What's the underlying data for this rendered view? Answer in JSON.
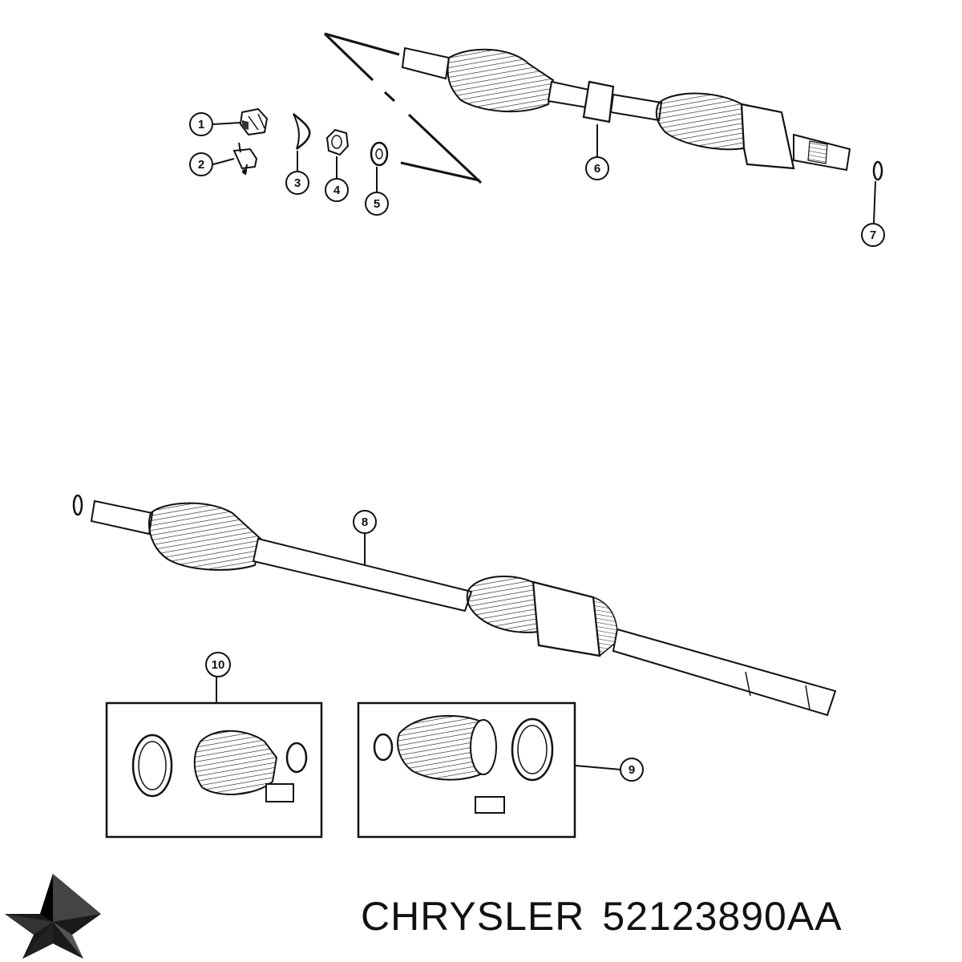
{
  "callouts": [
    {
      "label": "1"
    },
    {
      "label": "2"
    },
    {
      "label": "3"
    },
    {
      "label": "4"
    },
    {
      "label": "5"
    },
    {
      "label": "6"
    },
    {
      "label": "7"
    },
    {
      "label": "8"
    },
    {
      "label": "9"
    },
    {
      "label": "10"
    }
  ],
  "brand": {
    "name": "CHRYSLER",
    "part_number": "52123890AA",
    "logo_icon": "chrysler-pentastar-icon"
  },
  "colors": {
    "line": "#111111",
    "boot": "#333333",
    "background": "#ffffff"
  }
}
